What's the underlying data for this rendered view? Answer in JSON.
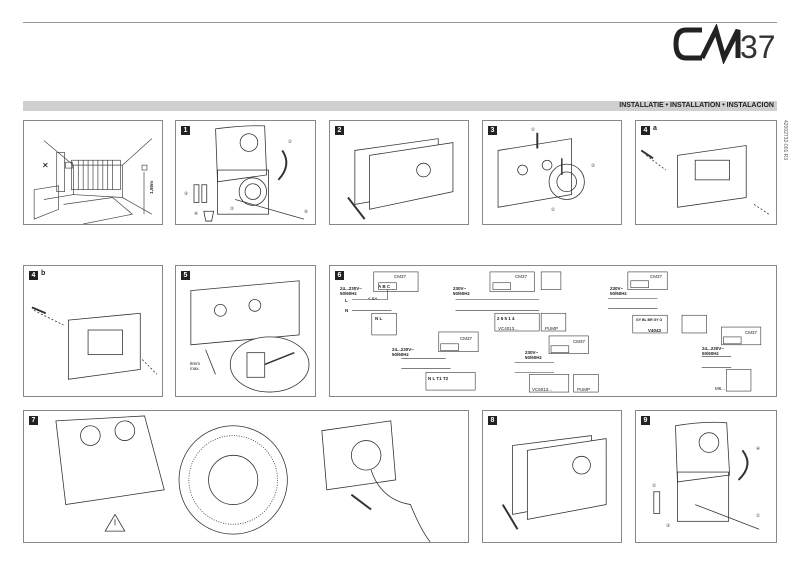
{
  "header": {
    "logo": "CM37",
    "section_title": "INSTALLATIE • INSTALLATION • INSTALACION",
    "doc_code": "42002732-001 R3"
  },
  "steps": [
    {
      "id": "room",
      "label": "",
      "height_label": "1,50m"
    },
    {
      "id": "1",
      "label": "1",
      "callouts": [
        "①",
        "②",
        "③",
        "④",
        "⑤"
      ]
    },
    {
      "id": "2",
      "label": "2"
    },
    {
      "id": "3",
      "label": "3",
      "callouts": [
        "①",
        "②",
        "①"
      ]
    },
    {
      "id": "4a",
      "label": "4",
      "sub": "a"
    },
    {
      "id": "4b",
      "label": "4",
      "sub": "b"
    },
    {
      "id": "5",
      "label": "5",
      "wire_label": "8mm\nmax."
    },
    {
      "id": "6",
      "label": "6"
    },
    {
      "id": "7",
      "label": "7"
    },
    {
      "id": "8",
      "label": "8"
    },
    {
      "id": "9",
      "label": "9",
      "callouts": [
        "①",
        "②",
        "③",
        "④"
      ]
    }
  ],
  "wiring": {
    "device": "CM37",
    "terminals": "A B C",
    "supply_low": "24...230V~\n50/60Hz",
    "supply_230": "230V~\n50/60Hz",
    "fuse": "< 6A",
    "line": "L",
    "neutral": "N",
    "pump": "PUMP",
    "valve1": "VC4013...",
    "valve2": "VC6013...",
    "valve3": "V4043",
    "motor": "M6...",
    "boiler_terms": "N L",
    "boiler_terms2": "N L T1 T2",
    "valve_terms": "2 6 5 1 4",
    "v4043_terms": "GY BL BR GY O"
  }
}
